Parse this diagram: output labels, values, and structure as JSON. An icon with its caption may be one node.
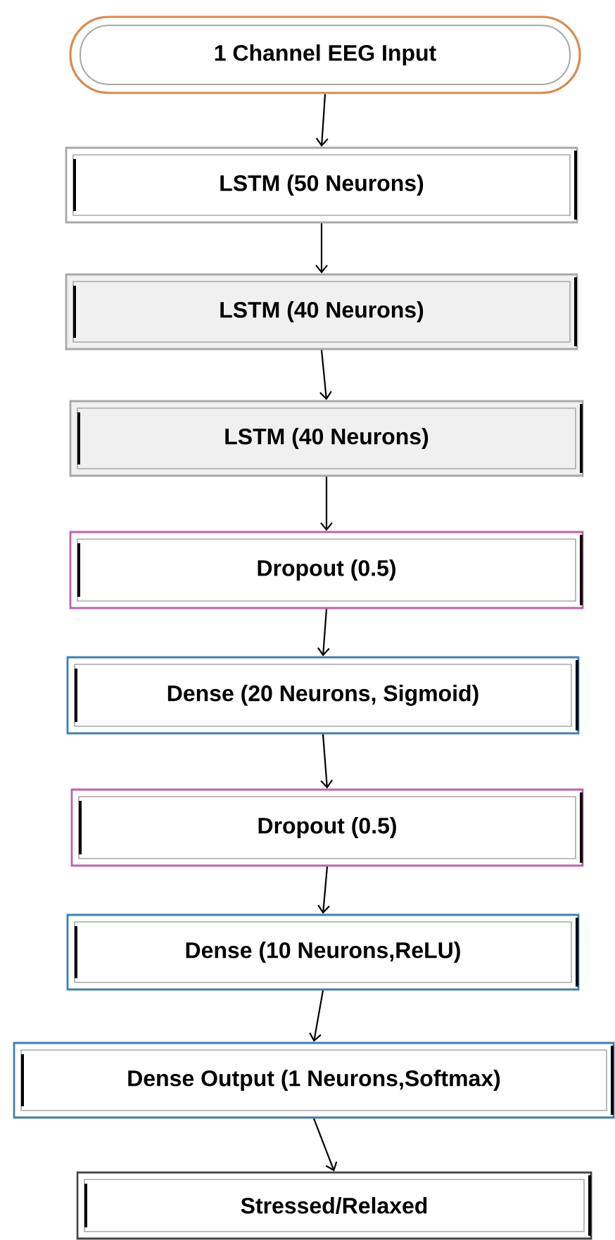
{
  "diagram": {
    "nodes": [
      {
        "text": [
          "1 Channel EEG Input"
        ]
      },
      {
        "text": [
          "LSTM (50 Neurons)"
        ]
      },
      {
        "text": [
          "LSTM (40 Neurons)"
        ]
      },
      {
        "text": [
          "LSTM (40 Neurons)"
        ]
      },
      {
        "text": [
          "Dropout (0.5)"
        ]
      },
      {
        "text": [
          "Dense (20 Neurons, Sigmoid)"
        ]
      },
      {
        "text": [
          "Dropout (0.5)"
        ]
      },
      {
        "text": [
          "Dense (10 Neurons,ReLU)"
        ]
      },
      {
        "text": [
          "Dense Output (1 Neurons,Softmax)"
        ]
      },
      {
        "text": [
          "Stressed/Relaxed"
        ]
      }
    ],
    "edges": [
      {
        "from": 0,
        "to": 1,
        "arrow": "to"
      },
      {
        "from": 1,
        "to": 2,
        "arrow": "to"
      },
      {
        "from": 2,
        "to": 3,
        "arrow": "to"
      },
      {
        "from": 3,
        "to": 4,
        "arrow": "to"
      },
      {
        "from": 4,
        "to": 5,
        "arrow": "to"
      },
      {
        "from": 5,
        "to": 6,
        "arrow": "to"
      },
      {
        "from": 6,
        "to": 7,
        "arrow": "to"
      },
      {
        "from": 7,
        "to": 8,
        "arrow": "to"
      },
      {
        "from": 8,
        "to": 9,
        "arrow": "to"
      }
    ]
  }
}
